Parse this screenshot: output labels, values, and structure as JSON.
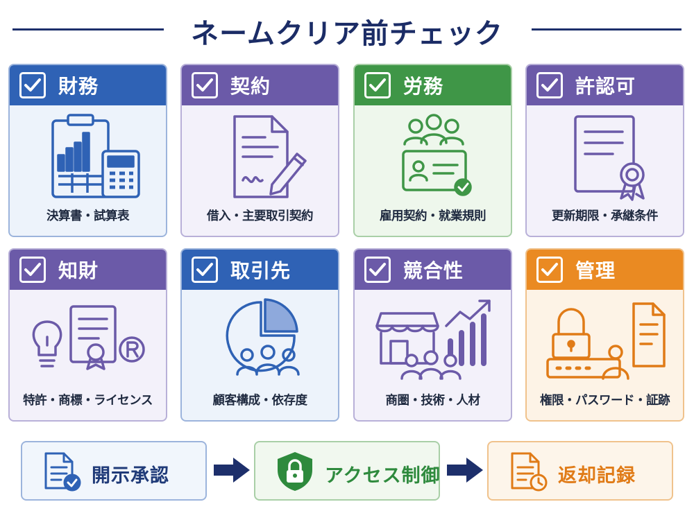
{
  "title": "ネームクリア前チェック",
  "cards": [
    {
      "title": "財務",
      "label": "決算書・試算表",
      "icon": "finance-icon",
      "theme": "blue"
    },
    {
      "title": "契約",
      "label": "借入・主要取引契約",
      "icon": "contract-icon",
      "theme": "purple"
    },
    {
      "title": "労務",
      "label": "雇用契約・就業規則",
      "icon": "labor-icon",
      "theme": "green"
    },
    {
      "title": "許認可",
      "label": "更新期限・承継条件",
      "icon": "license-icon",
      "theme": "purple"
    },
    {
      "title": "知財",
      "label": "特許・商標・ライセンス",
      "icon": "ip-icon",
      "theme": "purple"
    },
    {
      "title": "取引先",
      "label": "顧客構成・依存度",
      "icon": "clients-icon",
      "theme": "blue"
    },
    {
      "title": "競合性",
      "label": "商圏・技術・人材",
      "icon": "competition-icon",
      "theme": "purple"
    },
    {
      "title": "管理",
      "label": "権限・パスワード・証跡",
      "icon": "management-icon",
      "theme": "orange"
    }
  ],
  "flow": [
    {
      "label": "開示承認",
      "icon": "document-check-icon",
      "color": "#1f3a78"
    },
    {
      "label": "アクセス制御",
      "icon": "shield-lock-icon",
      "color": "#2e8a3d"
    },
    {
      "label": "返却記録",
      "icon": "document-clock-icon",
      "color": "#e07b17"
    }
  ],
  "colors": {
    "navy": "#1b2c66",
    "blue": "#2f62b5",
    "purple": "#6b5aa8",
    "green": "#3f9647",
    "orange": "#ea8a22"
  }
}
